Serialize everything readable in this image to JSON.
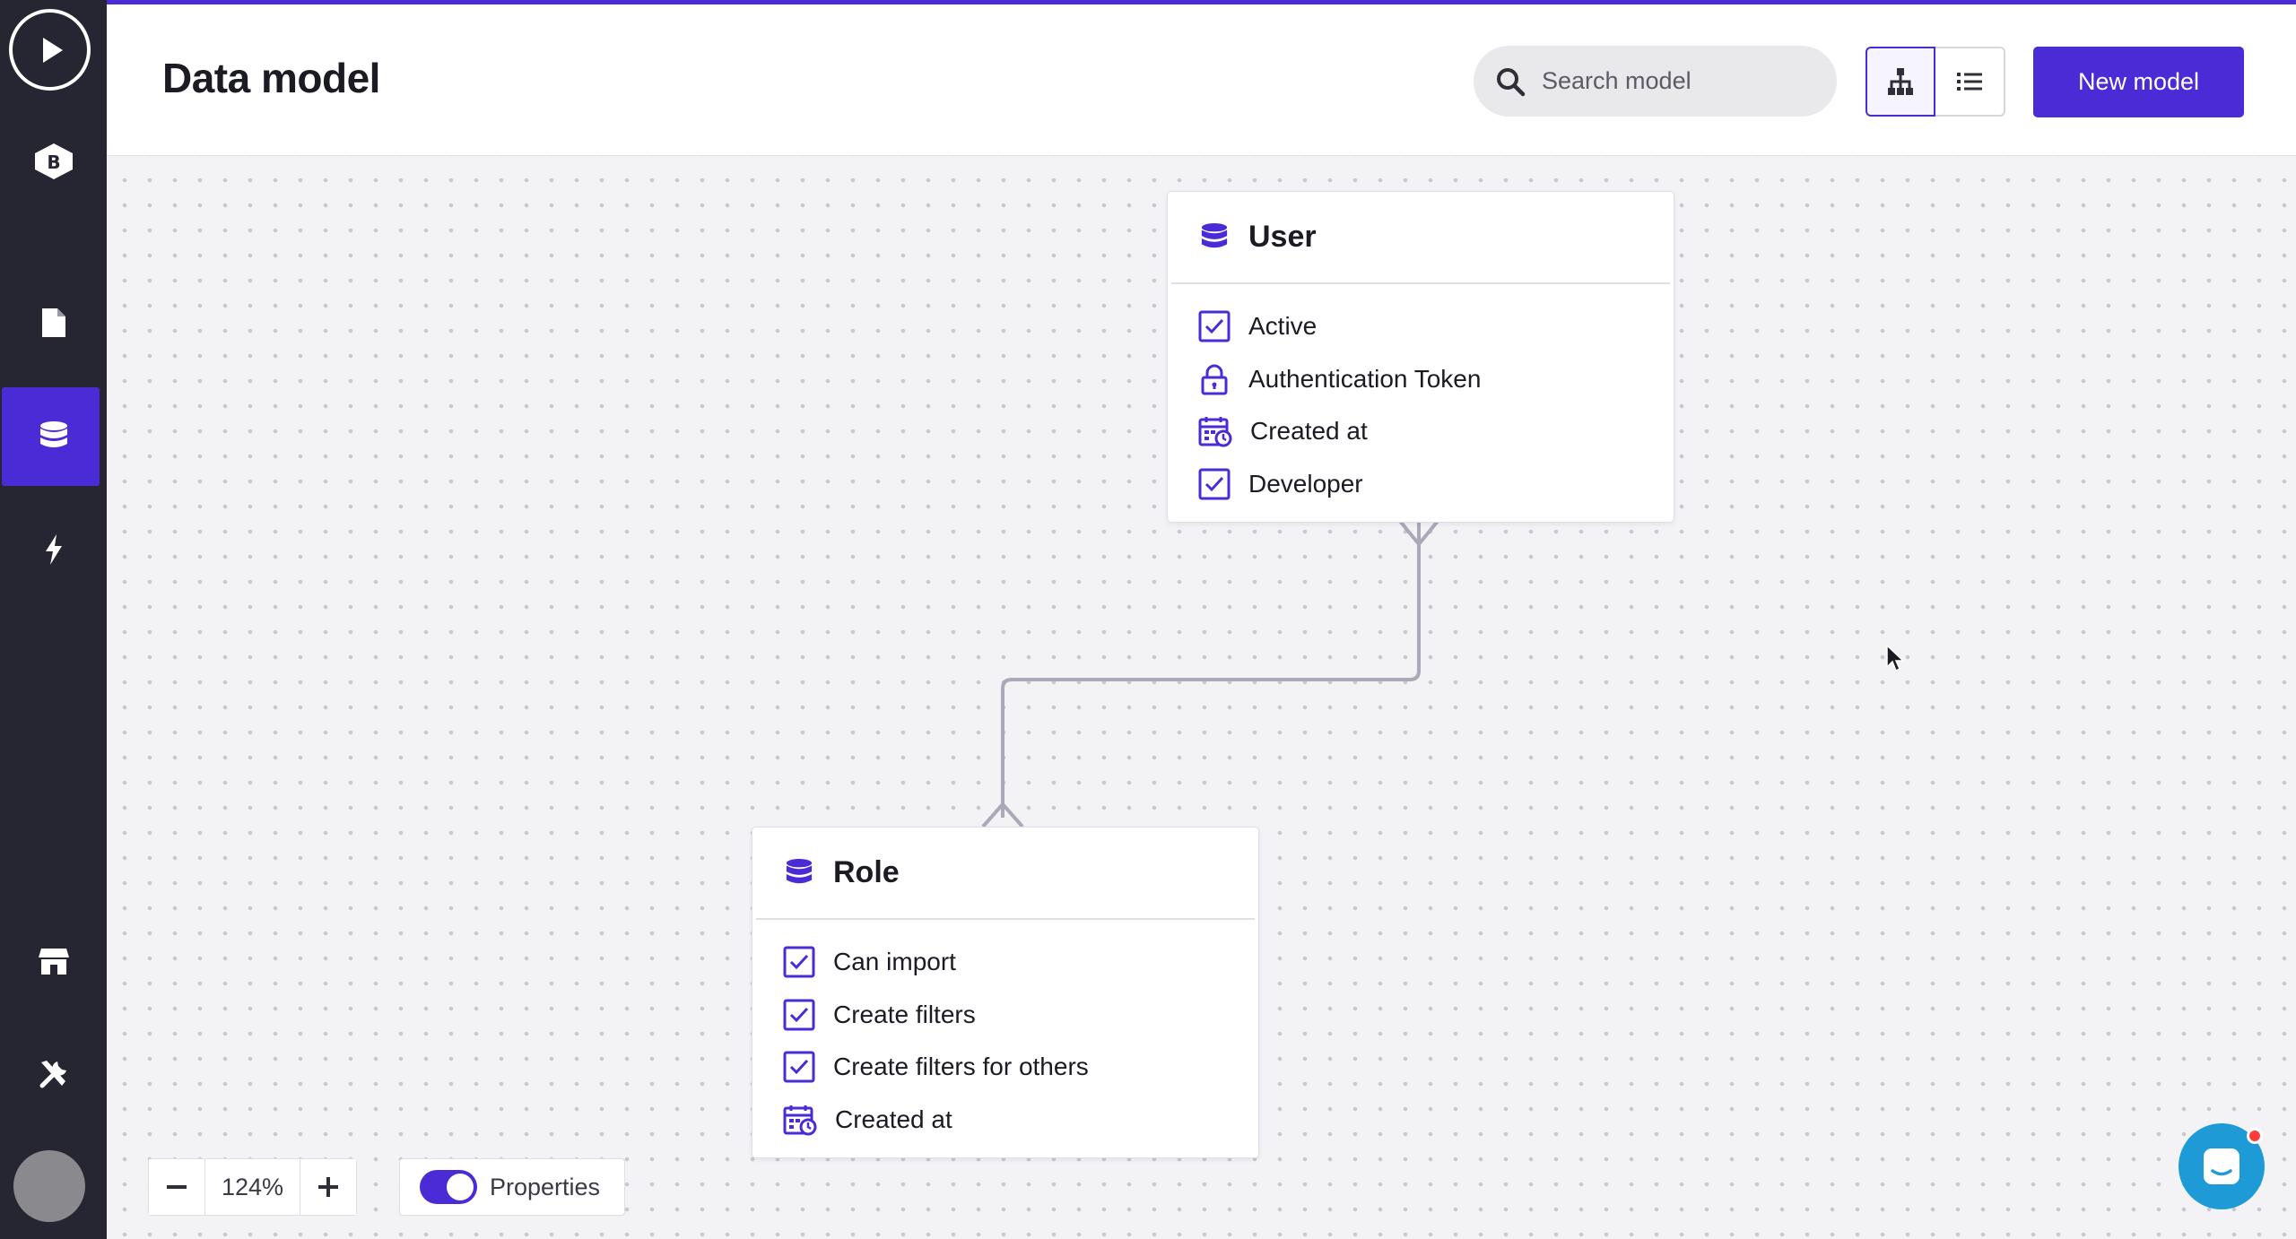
{
  "header": {
    "title": "Data model",
    "search_placeholder": "Search model",
    "new_model_label": "New model"
  },
  "sidebar": {
    "items": [
      {
        "icon": "play-icon"
      },
      {
        "icon": "budibase-logo-icon"
      },
      {
        "icon": "page-icon"
      },
      {
        "icon": "database-icon",
        "active": true
      },
      {
        "icon": "lightning-icon"
      },
      {
        "icon": "store-icon"
      },
      {
        "icon": "tools-icon"
      }
    ]
  },
  "models": [
    {
      "name": "User",
      "properties": [
        {
          "label": "Active",
          "icon": "checkbox-icon"
        },
        {
          "label": "Authentication Token",
          "icon": "lock-icon"
        },
        {
          "label": "Created at",
          "icon": "calendar-clock-icon"
        },
        {
          "label": "Developer",
          "icon": "checkbox-icon"
        }
      ]
    },
    {
      "name": "Role",
      "properties": [
        {
          "label": "Can import",
          "icon": "checkbox-icon"
        },
        {
          "label": "Create filters",
          "icon": "checkbox-icon"
        },
        {
          "label": "Create filters for others",
          "icon": "checkbox-icon"
        },
        {
          "label": "Created at",
          "icon": "calendar-clock-icon"
        }
      ]
    }
  ],
  "controls": {
    "zoom_level": "124%",
    "properties_label": "Properties",
    "properties_enabled": true
  },
  "colors": {
    "accent": "#4b2bd6",
    "sidebar_bg": "#262633",
    "chat": "#1e9bd7"
  }
}
